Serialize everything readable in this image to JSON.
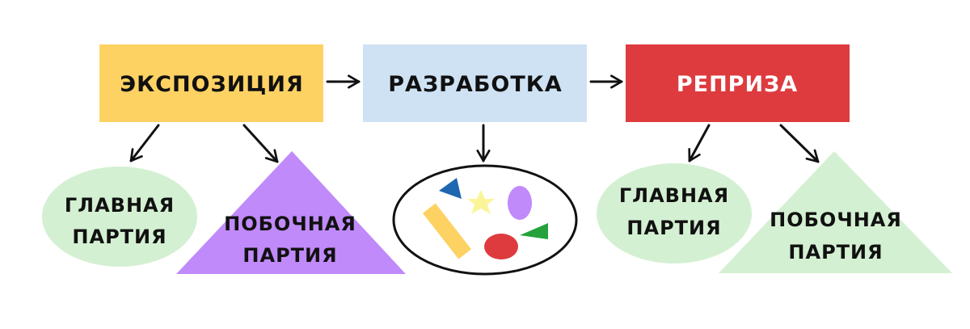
{
  "stages": {
    "exposition": {
      "label": "ЭКСПОЗИЦИЯ",
      "color": "#fdd263",
      "text_color": "#111111"
    },
    "development": {
      "label": "РАЗРАБОТКА",
      "color": "#cfe2f3",
      "text_color": "#111111"
    },
    "recapitulation": {
      "label": "РЕПРИЗА",
      "color": "#de3b3f",
      "text_color": "#ffffff"
    }
  },
  "exposition_parts": {
    "main": {
      "line1": "ГЛАВНАЯ",
      "line2": "ПАРТИЯ",
      "color": "#d4f0d2"
    },
    "secondary": {
      "line1": "ПОБОЧНАЯ",
      "line2": "ПАРТИЯ",
      "color": "#c08afa"
    }
  },
  "recapitulation_parts": {
    "main": {
      "line1": "ГЛАВНАЯ",
      "line2": "ПАРТИЯ",
      "color": "#d4f0d2"
    },
    "secondary": {
      "line1": "ПОБОЧНАЯ",
      "line2": "ПАРТИЯ",
      "color": "#d4f0d2"
    }
  },
  "development_shapes": {
    "container_color": "#ffffff",
    "items": [
      {
        "name": "blue-triangle",
        "color": "#1f67b0"
      },
      {
        "name": "yellow-star",
        "color": "#fbf59a"
      },
      {
        "name": "purple-ellipse",
        "color": "#c08afa"
      },
      {
        "name": "orange-bar",
        "color": "#fdd263"
      },
      {
        "name": "red-ellipse",
        "color": "#de3b3f"
      },
      {
        "name": "green-triangle",
        "color": "#25a23b"
      }
    ]
  },
  "arrow_color": "#111111"
}
